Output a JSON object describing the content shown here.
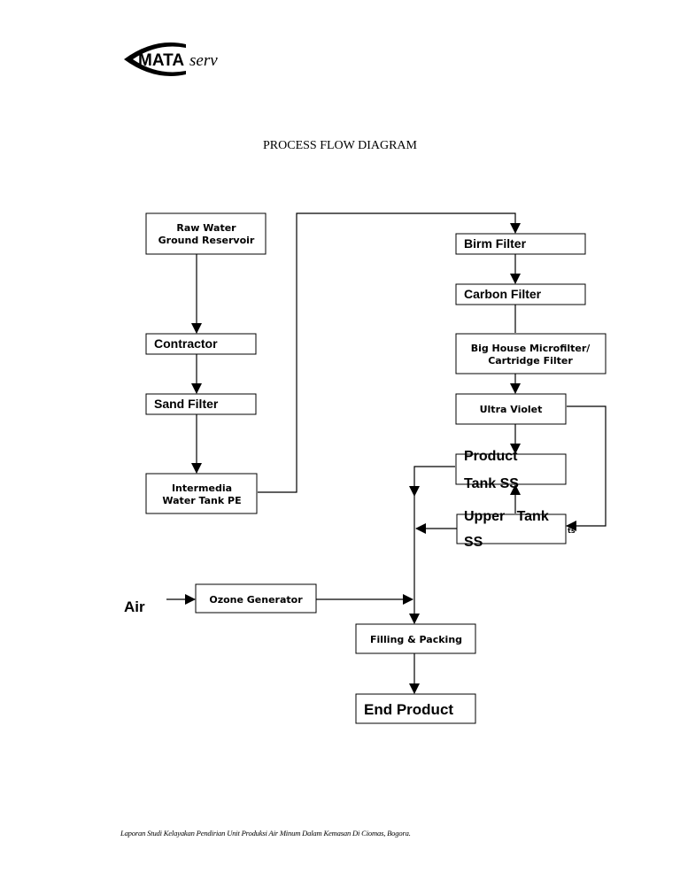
{
  "logo": {
    "brand_bold": "MATA",
    "brand_italic": "serv"
  },
  "title": "PROCESS FLOW DIAGRAM",
  "nodes": {
    "raw_water": {
      "line1": "Raw Water",
      "line2": "Ground Reservoir"
    },
    "contractor": "Contractor",
    "sand_filter": "Sand Filter",
    "intermedia": {
      "line1": "Intermedia",
      "line2": "Water Tank PE"
    },
    "birm_filter": "Birm Filter",
    "carbon_filter": "Carbon Filter",
    "microfilter": {
      "line1": "Big House Microfilter/",
      "line2": "Cartridge Filter"
    },
    "ultra_violet": "Ultra Violet",
    "product_tank": {
      "line1": "Product",
      "line2": "Tank SS"
    },
    "upper_tank": {
      "line1": "Upper   Tank",
      "line2": "SS",
      "overflow_mark": "ts"
    },
    "air": "Air",
    "ozone_generator": "Ozone Generator",
    "filling_packing": "Filling & Packing",
    "end_product": "End Product"
  },
  "footer": "Laporan Studi Kelayakan Pendirian Unit Produksi Air Minum Dalam Kemasan Di Ciomas, Bogora."
}
